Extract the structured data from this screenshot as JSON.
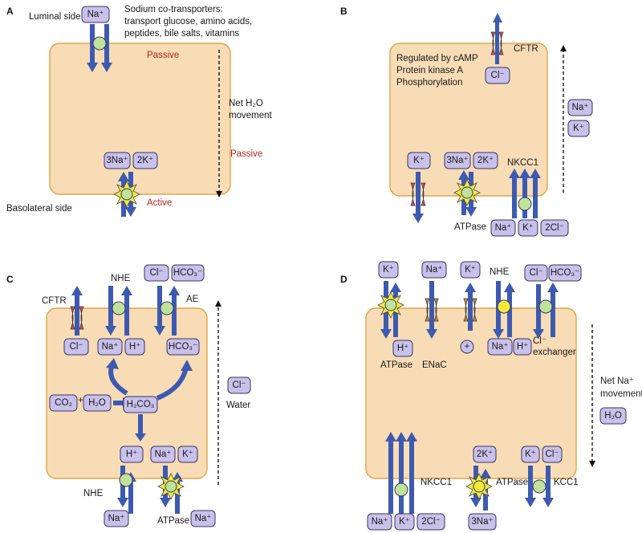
{
  "panels": {
    "A": {
      "letter": "A",
      "luminal": "Luminal side",
      "basolateral": "Basolateral side",
      "cotransport": [
        "Sodium co-transporters:",
        "transport glucose, amino acids,",
        "peptides, bile salts, vitamins"
      ],
      "na": "Na⁺",
      "passive1": "Passive",
      "passive2": "Passive",
      "active": "Active",
      "net": [
        "Net H₂O",
        "movement"
      ],
      "na3": "3Na⁺",
      "k2": "2K⁺"
    },
    "B": {
      "letter": "B",
      "regulated": [
        "Regulated by cAMP",
        "Protein kinase A",
        "Phosphorylation"
      ],
      "cftr": "CFTR",
      "cl": "Cl⁻",
      "na": "Na⁺",
      "k": "K⁺",
      "k_channel": "K⁺",
      "na3": "3Na⁺",
      "k2": "2K⁺",
      "nkcc1": "NKCC1",
      "atpase": "ATPase",
      "na_b": "Na⁺",
      "k_b": "K⁺",
      "cl2": "2Cl⁻"
    },
    "C": {
      "letter": "C",
      "cftr": "CFTR",
      "nhe_top": "NHE",
      "ae": "AE",
      "cl_top": "Cl⁻",
      "hco3_top": "HCO₃⁻",
      "cl_in": "Cl⁻",
      "na_in": "Na⁺",
      "h_in": "H⁺",
      "hco3_in": "HCO₃⁻",
      "co2": "CO₂",
      "plus": "+",
      "h2o": "H₂O",
      "h2co3": "H₂CO₃",
      "h_low": "H⁺",
      "na_low": "Na⁺",
      "k_low": "K⁺",
      "nhe_low": "NHE",
      "atpase": "ATPase",
      "na_out1": "Na⁺",
      "na_out2": "Na⁺",
      "cl_right": "Cl⁻",
      "water": "Water"
    },
    "D": {
      "letter": "D",
      "k_top": "K⁺",
      "na_top": "Na⁺",
      "k_top2": "K⁺",
      "nhe": "NHE",
      "cl_top": "Cl⁻",
      "hco3_top": "HCO₃⁻",
      "h_atp": "H⁺",
      "atpase_top": "ATPase",
      "enac": "ENaC",
      "plus": "+",
      "na_in": "Na⁺",
      "h_in": "H⁺",
      "cl_ex": "Cl⁻",
      "exchanger": "exchanger",
      "net": [
        "Net Na⁺",
        "movement"
      ],
      "h2o": "H₂O",
      "k2": "2K⁺",
      "k_low": "K⁺",
      "cl_low": "Cl⁻",
      "nkcc1": "NKCC1",
      "atpase_low": "ATPase",
      "kcc1": "KCC1",
      "na_b": "Na⁺",
      "k_b": "K⁺",
      "cl2": "2Cl⁻",
      "na3": "3Na⁺"
    }
  },
  "colors": {
    "cell_fill": "#f7dcb6",
    "cell_border": "#e0a64a",
    "ion_box": "#c8c1ea",
    "arrow": "#3d5ab0",
    "transporter": "#bfe39a",
    "channel_red": "#d94a4a",
    "channel_orange": "#d98a1e",
    "atpase_yellow": "#f3ea3a",
    "label_red": "#b3241f"
  }
}
